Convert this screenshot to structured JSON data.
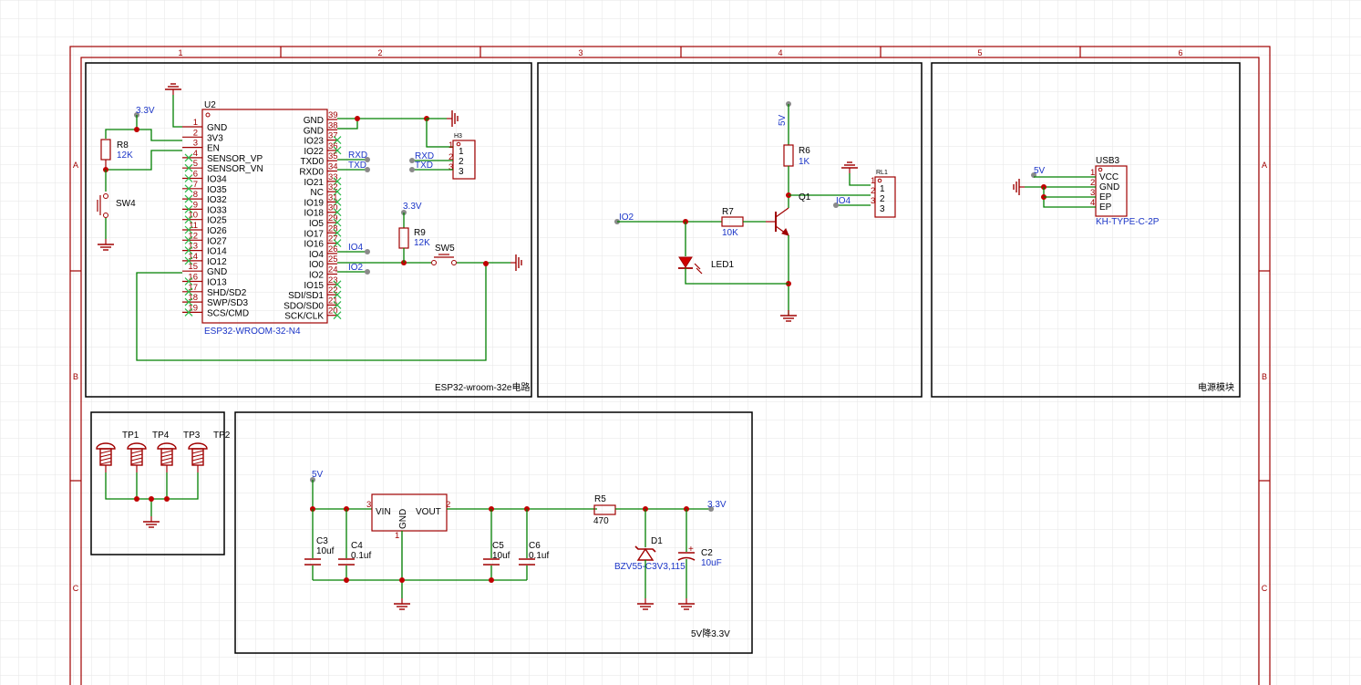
{
  "frame": {
    "columns": [
      "1",
      "2",
      "3",
      "4",
      "5",
      "6"
    ],
    "rows": [
      "A",
      "B",
      "C"
    ]
  },
  "sections": {
    "esp32": "ESP32-wroom-32e电路",
    "power_module": "电源模块",
    "regulator": "5V降3.3V"
  },
  "esp32": {
    "ref": "U2",
    "part": "ESP32-WROOM-32-N4",
    "left_pins": [
      {
        "num": "1",
        "name": "GND"
      },
      {
        "num": "2",
        "name": "3V3"
      },
      {
        "num": "3",
        "name": "EN"
      },
      {
        "num": "4",
        "name": "SENSOR_VP"
      },
      {
        "num": "5",
        "name": "SENSOR_VN"
      },
      {
        "num": "6",
        "name": "IO34"
      },
      {
        "num": "7",
        "name": "IO35"
      },
      {
        "num": "8",
        "name": "IO32"
      },
      {
        "num": "9",
        "name": "IO33"
      },
      {
        "num": "10",
        "name": "IO25"
      },
      {
        "num": "11",
        "name": "IO26"
      },
      {
        "num": "12",
        "name": "IO27"
      },
      {
        "num": "13",
        "name": "IO14"
      },
      {
        "num": "14",
        "name": "IO12"
      },
      {
        "num": "15",
        "name": "GND"
      },
      {
        "num": "16",
        "name": "IO13"
      },
      {
        "num": "17",
        "name": "SHD/SD2"
      },
      {
        "num": "18",
        "name": "SWP/SD3"
      },
      {
        "num": "19",
        "name": "SCS/CMD"
      }
    ],
    "right_pins": [
      {
        "num": "39",
        "name": "GND"
      },
      {
        "num": "38",
        "name": "GND"
      },
      {
        "num": "37",
        "name": "IO23"
      },
      {
        "num": "36",
        "name": "IO22"
      },
      {
        "num": "35",
        "name": "TXD0"
      },
      {
        "num": "34",
        "name": "RXD0"
      },
      {
        "num": "33",
        "name": "IO21"
      },
      {
        "num": "32",
        "name": "NC"
      },
      {
        "num": "31",
        "name": "IO19"
      },
      {
        "num": "30",
        "name": "IO18"
      },
      {
        "num": "29",
        "name": "IO5"
      },
      {
        "num": "28",
        "name": "IO17"
      },
      {
        "num": "27",
        "name": "IO16"
      },
      {
        "num": "26",
        "name": "IO4"
      },
      {
        "num": "25",
        "name": "IO0"
      },
      {
        "num": "24",
        "name": "IO2"
      },
      {
        "num": "23",
        "name": "IO15"
      },
      {
        "num": "22",
        "name": "SDI/SD1"
      },
      {
        "num": "21",
        "name": "SDO/SD0"
      },
      {
        "num": "20",
        "name": "SCK/CLK"
      }
    ]
  },
  "components": {
    "r8": {
      "ref": "R8",
      "value": "12K"
    },
    "sw4": {
      "ref": "SW4"
    },
    "r9": {
      "ref": "R9",
      "value": "12K"
    },
    "sw5": {
      "ref": "SW5"
    },
    "h3": {
      "ref": "H3",
      "pins": [
        "1",
        "2",
        "3"
      ]
    },
    "r6": {
      "ref": "R6",
      "value": "1K"
    },
    "r7": {
      "ref": "R7",
      "value": "10K"
    },
    "q1": {
      "ref": "Q1"
    },
    "led1": {
      "ref": "LED1"
    },
    "relay": {
      "ref": "RL1",
      "pins": [
        "1",
        "2",
        "3"
      ]
    },
    "usb3": {
      "ref": "USB3",
      "part": "KH-TYPE-C-2P",
      "pins": [
        {
          "num": "1",
          "name": "VCC"
        },
        {
          "num": "2",
          "name": "GND"
        },
        {
          "num": "3",
          "name": "EP"
        },
        {
          "num": "4",
          "name": "EP"
        }
      ]
    },
    "tp": [
      "TP1",
      "TP4",
      "TP3",
      "TP2"
    ],
    "ldo": {
      "vin": "VIN",
      "vout": "VOUT",
      "gnd": "GND",
      "pin_in": "3",
      "pin_out": "2",
      "pin_gnd": "1"
    },
    "c3": {
      "ref": "C3",
      "value": "10uf"
    },
    "c4": {
      "ref": "C4",
      "value": "0.1uf"
    },
    "c5": {
      "ref": "C5",
      "value": "10uf"
    },
    "c6": {
      "ref": "C6",
      "value": "0.1uf"
    },
    "r5": {
      "ref": "R5",
      "value": "470"
    },
    "d1": {
      "ref": "D1",
      "value": "BZV55-C3V3,115"
    },
    "c2": {
      "ref": "C2",
      "value": "10uF"
    }
  },
  "nets": {
    "v33": "3.3V",
    "v5": "5V",
    "rxd": "RXD",
    "txd": "TXD",
    "io4": "IO4",
    "io2": "IO2"
  },
  "colors": {
    "wire": "#008000",
    "component": "#a00000",
    "net_label": "#1b35c7",
    "junction": "#c00000"
  }
}
